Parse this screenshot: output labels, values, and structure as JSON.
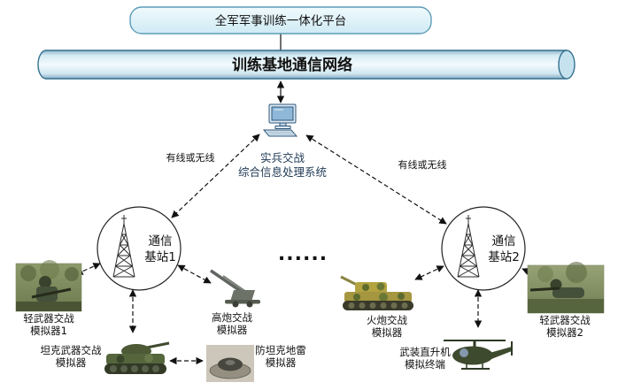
{
  "colors": {
    "system-label": "#1f3a55",
    "cylinder-stroke": "#35718f",
    "box-stroke": "#5d9cb8"
  },
  "diagram": {
    "platform": {
      "title": "全军军事训练一体化平台"
    },
    "network": {
      "title": "训练基地通信网络"
    },
    "system": {
      "line1": "实兵交战",
      "line2": "综合信息处理系统"
    },
    "links": {
      "left": "有线或无线",
      "right": "有线或无线"
    },
    "ellipsis": "......",
    "stations": {
      "s1": {
        "line1": "通信",
        "line2": "基站1"
      },
      "s2": {
        "line1": "通信",
        "line2": "基站2"
      }
    },
    "devices": {
      "light_weapon_1": {
        "line1": "轻武器交战",
        "line2": "模拟器1"
      },
      "aa_gun": {
        "line1": "高炮交战",
        "line2": "模拟器"
      },
      "tank": {
        "line1": "坦克武器交战",
        "line2": "模拟器"
      },
      "mine": {
        "line1": "防坦克地雷",
        "line2": "模拟器"
      },
      "artillery": {
        "line1": "火炮交战",
        "line2": "模拟器"
      },
      "light_weapon_2": {
        "line1": "轻武器交战",
        "line2": "模拟器2"
      },
      "helicopter": {
        "line1": "武装直升机",
        "line2": "模拟终端"
      }
    }
  }
}
